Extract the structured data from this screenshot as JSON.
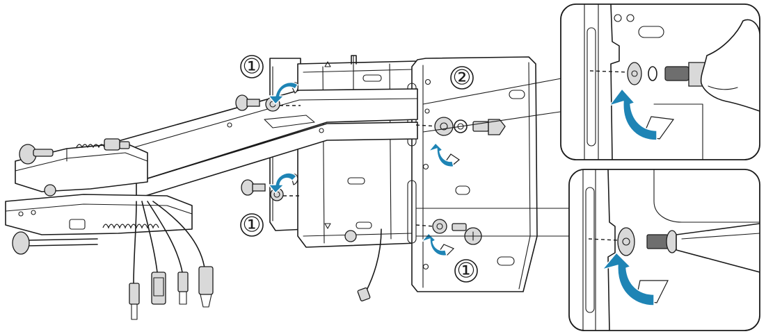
{
  "callouts": [
    {
      "id": "c1a",
      "label": "①"
    },
    {
      "id": "c2",
      "label": "②"
    },
    {
      "id": "c1b",
      "label": "①"
    },
    {
      "id": "c1c",
      "label": "①"
    }
  ],
  "colors": {
    "arrow_fill": "#1e84b5",
    "arrow_tail": "#ffffff",
    "ink": "#1a1a1a",
    "metal": "#d9d9d9",
    "dark_metal": "#6e6e6e"
  },
  "icons": [
    "rotate-arrow-icon",
    "bolt-icon",
    "washer-icon",
    "screw-icon",
    "hand-icon",
    "screwdriver-icon"
  ]
}
